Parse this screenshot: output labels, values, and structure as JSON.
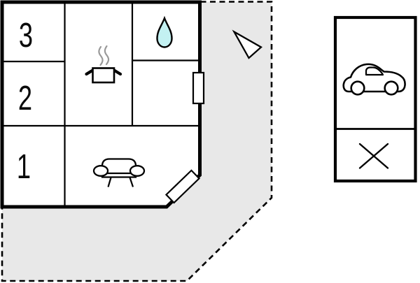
{
  "floorplan": {
    "room_labels": [
      "3",
      "2",
      "1"
    ],
    "icons": {
      "bathroom": "water-drop-icon",
      "kitchen": "cooking-pot-icon",
      "kitchen_steam": "steam-icon",
      "living_room": "sofa-icon",
      "window": "window-icon",
      "entrance": "door-icon",
      "orientation": "north-arrow-icon"
    },
    "colors": {
      "plot_fill": "#e8e8e8",
      "wall": "#000000",
      "room_fill": "#ffffff",
      "water_drop_fill": "#c3f1f2",
      "steam": "#999999"
    }
  },
  "outbuilding": {
    "icons": {
      "carport": "car-icon",
      "annex": "x-cross-icon"
    }
  }
}
